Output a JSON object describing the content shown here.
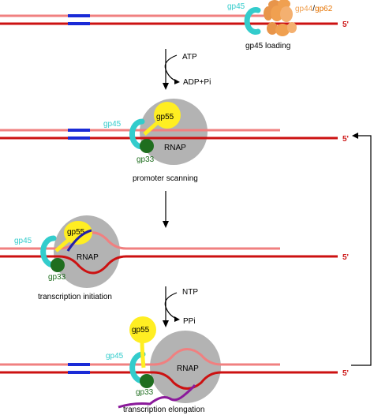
{
  "colors": {
    "dna_template": "#cc1111",
    "dna_nontemplate": "#f08080",
    "promoter": "#1a2ad6",
    "gp45": "#33cccc",
    "gp44": "#f0a050",
    "gp44_label": "#f0a050",
    "gp62_label": "#e67300",
    "gp55": "#ffee22",
    "gp33": "#1f6e1f",
    "rnap": "#b3b3b3",
    "rna": "#2222aa",
    "rna_elongation": "#8b1a9b",
    "five_prime": "#cc1111"
  },
  "labels": {
    "five_prime": "5'",
    "gp45": "gp45",
    "gp44": "gp44",
    "slash": "/",
    "gp62": "gp62",
    "gp55": "gp55",
    "gp33": "gp33",
    "rnap": "RNAP"
  },
  "stages": [
    {
      "name": "gp45 loading"
    },
    {
      "name": "promoter scanning"
    },
    {
      "name": "transcription initiation"
    },
    {
      "name": "transcription elongation"
    }
  ],
  "transitions": [
    {
      "input": "ATP",
      "output": "ADP+Pi"
    },
    {
      "input": "",
      "output": ""
    },
    {
      "input": "NTP",
      "output": "PPi"
    }
  ]
}
